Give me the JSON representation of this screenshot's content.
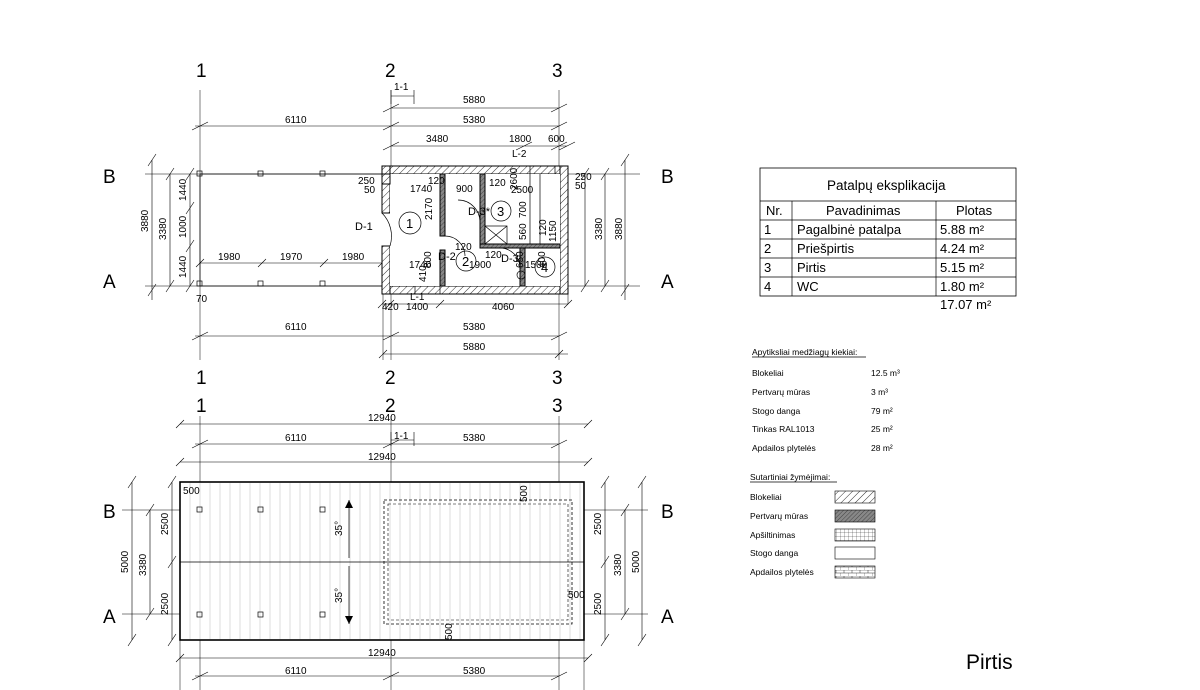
{
  "title": "Pirtis",
  "grid": {
    "axes": [
      "1",
      "2",
      "3"
    ],
    "rows": [
      "B",
      "A"
    ]
  },
  "plan": {
    "top_dims": {
      "d1_1": "1-1",
      "overall_2_3": "5880",
      "span_1_2": "6110",
      "span_2_3": "5380",
      "seg_a": "3480",
      "seg_b": "1800",
      "seg_c": "600",
      "l2": "L-2"
    },
    "bottom_dims": {
      "l1": "L-1",
      "seg_420": "420",
      "seg_1400": "1400",
      "seg_4060": "4060",
      "span_1_2": "6110",
      "span_2_3": "5380",
      "overall": "5880",
      "seg_70": "70"
    },
    "left_dims": {
      "total": "3880",
      "inner": "3380",
      "top": "1440",
      "mid": "1000",
      "bottom": "1440"
    },
    "right_dims": {
      "total": "3880",
      "inner": "3380",
      "d250": "250",
      "d50": "50"
    },
    "terrace_dims": [
      "1980",
      "1970",
      "1980"
    ],
    "interior_dims": {
      "d250": "250",
      "d50": "50",
      "d1740a": "1740",
      "d120a": "120",
      "d900": "900",
      "d120b": "120",
      "d2600a": "2600",
      "d2600b": "2500",
      "d2170": "2170",
      "d700": "700",
      "d560": "560",
      "d1150": "1150",
      "d120c": "120",
      "d120d": "120",
      "d1740b": "1740",
      "d800": "800",
      "d410": "410",
      "d120e": "120",
      "d1900": "1900",
      "d650": "650",
      "d400": "400",
      "d1500": "1500"
    },
    "doors": [
      "D-1",
      "D-2",
      "D-3",
      "D-3*"
    ],
    "rooms": [
      "1",
      "2",
      "3",
      "4"
    ]
  },
  "roof": {
    "d1_1": "1-1",
    "overall_top": "12940",
    "overall_top2": "12940",
    "overall_bottom": "12940",
    "span_1_2": "6110",
    "span_2_3": "5380",
    "left_total": "5000",
    "left_inner": "3380",
    "left_top": "2500",
    "left_bottom": "2500",
    "right_total": "5000",
    "right_inner": "3380",
    "right_top": "2500",
    "right_bottom": "2500",
    "overhang_tl": "500",
    "overhang_tr": "500",
    "overhang_r": "500",
    "overhang_b": "500",
    "slope_top": "35°",
    "slope_bottom": "35°"
  },
  "room_table": {
    "heading": "Patalpų eksplikacija",
    "columns": [
      "Nr.",
      "Pavadinimas",
      "Plotas"
    ],
    "rows": [
      {
        "nr": "1",
        "name": "Pagalbinė patalpa",
        "area": "5.88 m²"
      },
      {
        "nr": "2",
        "name": "Priešpirtis",
        "area": "4.24 m²"
      },
      {
        "nr": "3",
        "name": "Pirtis",
        "area": "5.15 m²"
      },
      {
        "nr": "4",
        "name": "WC",
        "area": "1.80 m²"
      }
    ],
    "total": "17.07 m²"
  },
  "materials": {
    "heading": "Apytiksliai medžiagų kiekiai:",
    "items": [
      {
        "name": "Blokeliai",
        "qty": "12.5 m³"
      },
      {
        "name": "Pertvarų mūras",
        "qty": "3 m³"
      },
      {
        "name": "Stogo danga",
        "qty": "79 m²"
      },
      {
        "name": "Tinkas RAL1013",
        "qty": "25 m²"
      },
      {
        "name": "Apdailos plytelės",
        "qty": "28 m²"
      }
    ]
  },
  "legend": {
    "heading": "Sutartiniai žymėjimai:",
    "items": [
      {
        "name": "Blokeliai",
        "pattern": "diagonal"
      },
      {
        "name": "Pertvarų mūras",
        "pattern": "dense-diagonal"
      },
      {
        "name": "Apšiltinimas",
        "pattern": "grid"
      },
      {
        "name": "Stogo danga",
        "pattern": "blank"
      },
      {
        "name": "Apdailos plytelės",
        "pattern": "brick"
      }
    ]
  }
}
